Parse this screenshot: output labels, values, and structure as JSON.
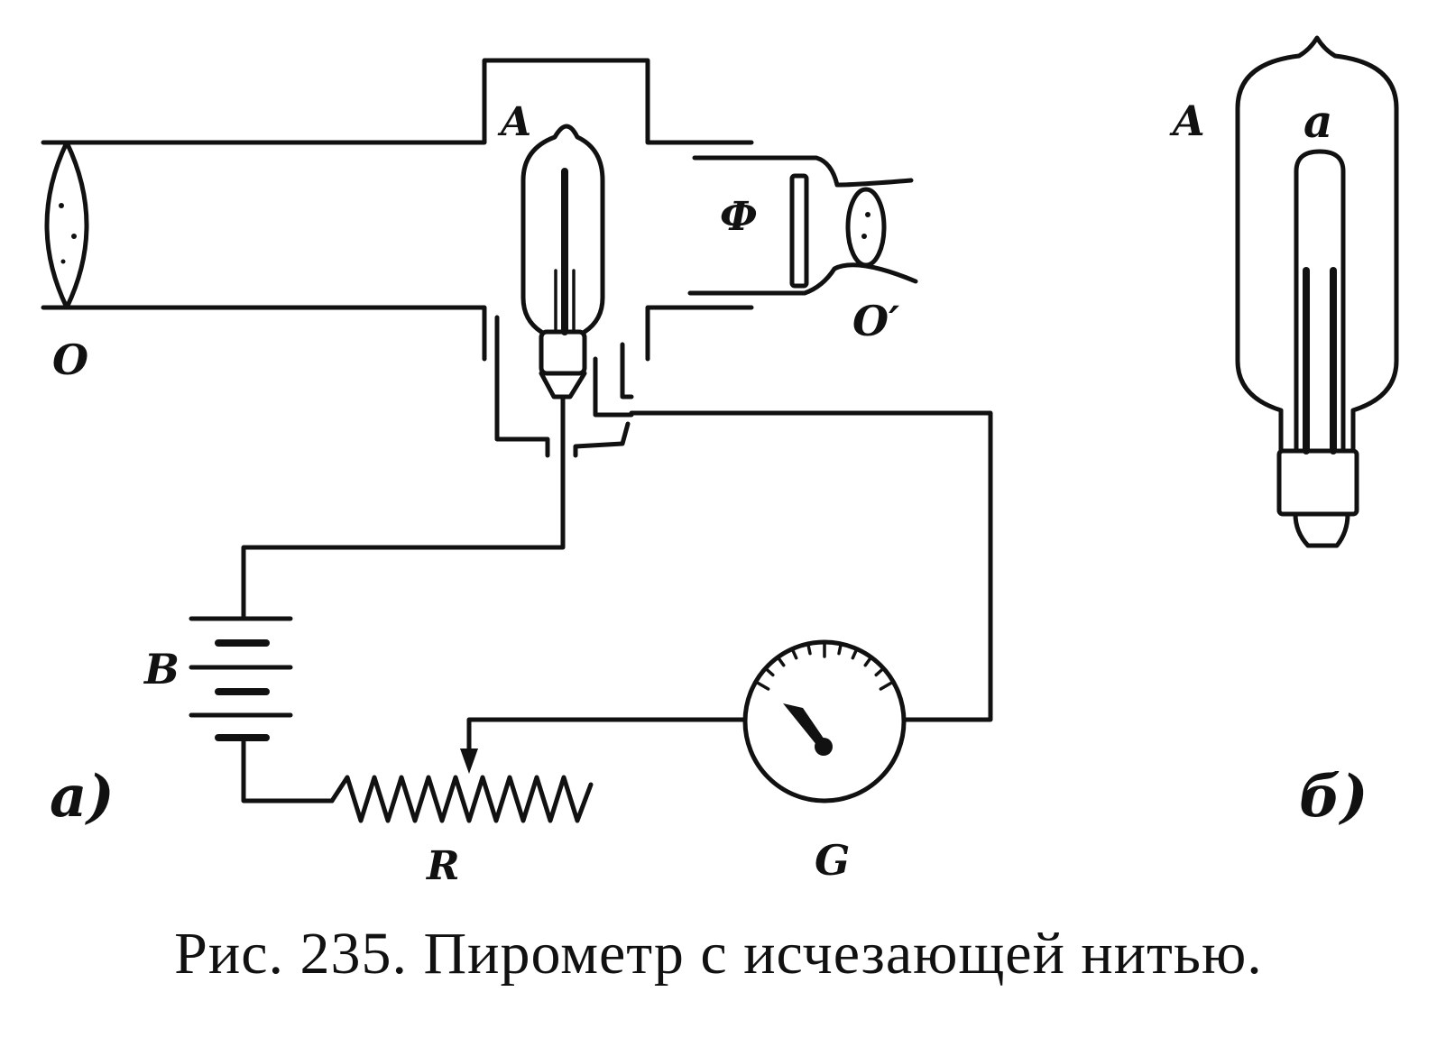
{
  "labels": {
    "lamp_a": "A",
    "objective": "O",
    "filter": "Ф",
    "eyepiece": "O′",
    "battery": "B",
    "rheostat": "R",
    "galvanometer": "G",
    "panel_a": "а)",
    "panel_b": "б)",
    "lamp_b": "A",
    "filament_b": "a"
  },
  "caption": "Рис. 235. Пирометр с исчезающей нитью.",
  "icons": [
    "lens-icon",
    "lamp-icon",
    "battery-icon",
    "resistor-icon",
    "galvanometer-icon"
  ]
}
